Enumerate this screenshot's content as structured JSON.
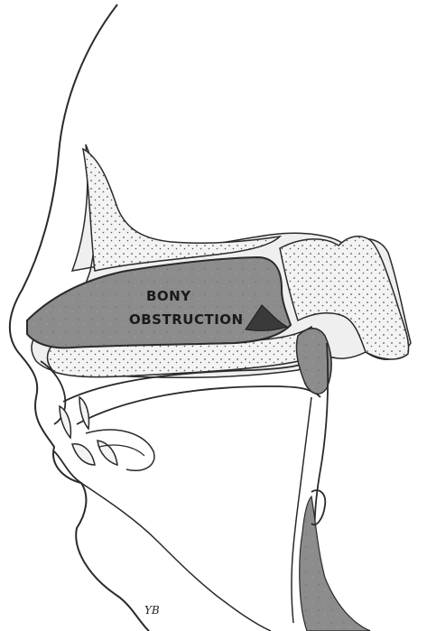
{
  "diagram": {
    "label_line1": "BONY",
    "label_line2": "OBSTRUCTION",
    "artist_initials": "YB"
  },
  "colors": {
    "background": "#ffffff",
    "line": "#2a2a2a",
    "cartilage_fill": "#f1f1f1",
    "bone_dots": "#555555",
    "airway_gray": "#8c8c8c",
    "obstruction_dark": "#3a3a3a"
  }
}
